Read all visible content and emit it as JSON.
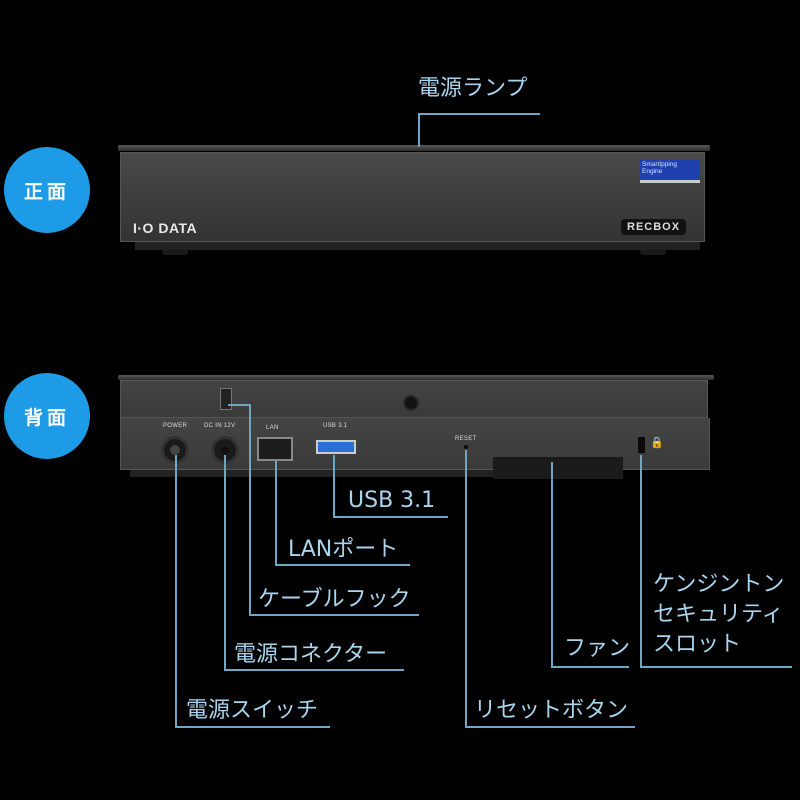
{
  "sections": {
    "front": {
      "badge": "正面"
    },
    "back": {
      "badge": "背面"
    }
  },
  "device": {
    "brand_logo": "I·O DATA",
    "product_logo": "RECBOX",
    "sticker_line1": "SmartIpping",
    "sticker_line2": "Engine",
    "port_labels": {
      "power": "POWER",
      "dc_in": "DC IN 12V",
      "lan": "LAN",
      "usb": "USB 3.1",
      "reset": "RESET"
    },
    "lock_symbol": "🔒"
  },
  "callouts": {
    "power_lamp": "電源ランプ",
    "usb": "USB 3.1",
    "lan_port": "LANポート",
    "cable_hook": "ケーブルフック",
    "power_connector": "電源コネクター",
    "power_switch": "電源スイッチ",
    "reset_button": "リセットボタン",
    "fan": "ファン",
    "kensington_slot": "ケンジントン\nセキュリティ\nスロット"
  },
  "colors": {
    "badge": "#1e9be6",
    "callout_line": "#6ea7c6",
    "callout_text": "#a9d5ef",
    "background": "#000000"
  }
}
